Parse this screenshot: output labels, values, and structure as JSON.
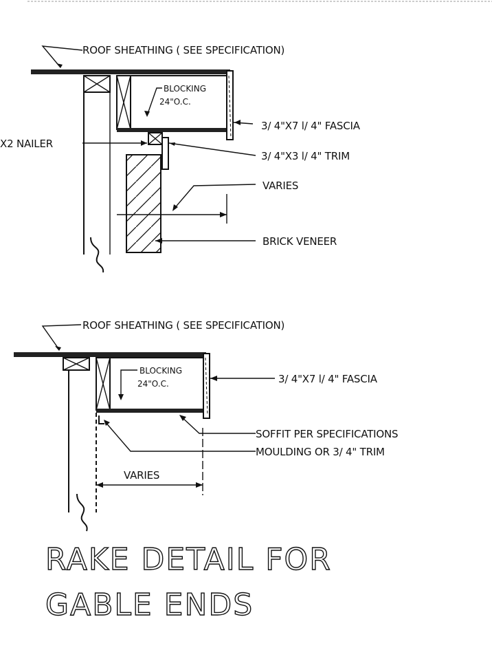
{
  "upper_detail": {
    "roof_sheathing": "ROOF SHEATHING ( SEE SPECIFICATION)",
    "blocking_line1": "BLOCKING",
    "blocking_line2": "24\"O.C.",
    "fascia": "3/ 4\"X7 l/ 4\" FASCIA",
    "trim": "3/ 4\"X3 l/ 4\" TRIM",
    "nailer": "X2 NAILER",
    "varies": "VARIES",
    "brick_veneer": "BRICK VENEER"
  },
  "lower_detail": {
    "roof_sheathing": "ROOF SHEATHING ( SEE SPECIFICATION)",
    "blocking_line1": "BLOCKING",
    "blocking_line2": "24\"O.C.",
    "fascia": "3/ 4\"X7 l/ 4\" FASCIA",
    "soffit": "SOFFIT PER SPECIFICATIONS",
    "moulding": "MOULDING OR 3/ 4\" TRIM",
    "varies": "VARIES"
  },
  "title": {
    "line1": "RAKE DETAIL FOR",
    "line2": "GABLE ENDS"
  }
}
